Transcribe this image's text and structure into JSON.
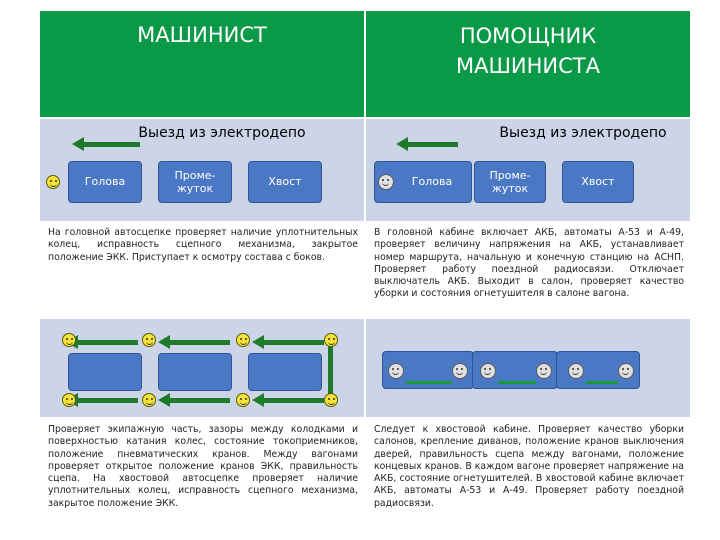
{
  "headers": {
    "left": "МАШИНИСТ",
    "right": "ПОМОЩНИК МАШИНИСТА"
  },
  "row1": {
    "title_left": "Выезд из электродепо",
    "title_right": "Выезд из электродепо",
    "cars": [
      "Голова",
      "Проме-жуток",
      "Хвост"
    ]
  },
  "row2": {
    "left": "На головной автосцепке проверяет наличие уплотнительных колец, исправность сцепного механизма, закрытое положение ЭКК. Приступает к осмотру состава с боков.",
    "right": "В головной кабине включает АКБ, автоматы А-53 и А-49, проверяет величину напряжения на АКБ, устанавливает номер маршрута, начальную и конечную станцию на АСНП. Проверяет работу поездной радиосвязи. Отключает выключатель АКБ. Выходит в салон, проверяет качество уборки и состояния огнетушителя в салоне вагона."
  },
  "row4": {
    "left": "Проверяет экипажную часть, зазоры между колодками и поверхностью катания колес, состояние токоприемников, положение пневматических кранов. Между вагонами проверяет открытое положение кранов ЭКК, правильность сцепа. На хвостовой автосцепке проверяет наличие уплотнительных колец, исправность сцепного механизма, закрытое положение ЭКК.",
    "right": "Следует к хвостовой кабине. Проверяет качество уборки салонов, крепление диванов, положение кранов выключения дверей, правильность сцепа между вагонами, положение концевых кранов. В каждом вагоне проверяет напряжение на АКБ, состояние огнетушителей. В хвостовой кабине включает АКБ, автоматы А-53 и А-49. Проверяет работу поездной радиосвязи."
  },
  "colors": {
    "header_green": "#0a9a47",
    "panel_blue": "#ccd5e8",
    "car_blue": "#4a78c5",
    "arrow_green": "#1f7a2a"
  }
}
